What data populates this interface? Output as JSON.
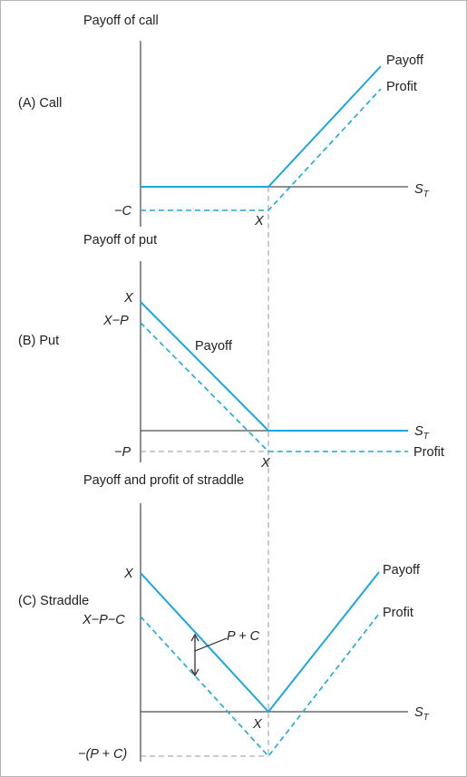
{
  "panels": {
    "call": {
      "title": "Payoff of call",
      "panel_label": "(A) Call",
      "legend_payoff": "Payoff",
      "legend_profit": "Profit",
      "neg_c": "−C",
      "x": "X",
      "st": "S"
    },
    "put": {
      "title": "Payoff of put",
      "panel_label": "(B) Put",
      "x_level": "X",
      "x_minus_p": "X−P",
      "payoff_label": "Payoff",
      "neg_p": "−P",
      "x": "X",
      "st": "S",
      "profit_label": "Profit"
    },
    "straddle": {
      "title": "Payoff and profit of straddle",
      "panel_label": "(C) Straddle",
      "x_level": "X",
      "x_minus_p_minus_c": "X−P−C",
      "p_plus_c": "P + C",
      "neg_p_plus_c": "−(P + C)",
      "x": "X",
      "st": "S",
      "legend_payoff": "Payoff",
      "legend_profit": "Profit"
    }
  },
  "subscript_t": "T",
  "colors": {
    "payoff": "#1aa7e0",
    "axis": "#222222",
    "guide": "#999999"
  }
}
